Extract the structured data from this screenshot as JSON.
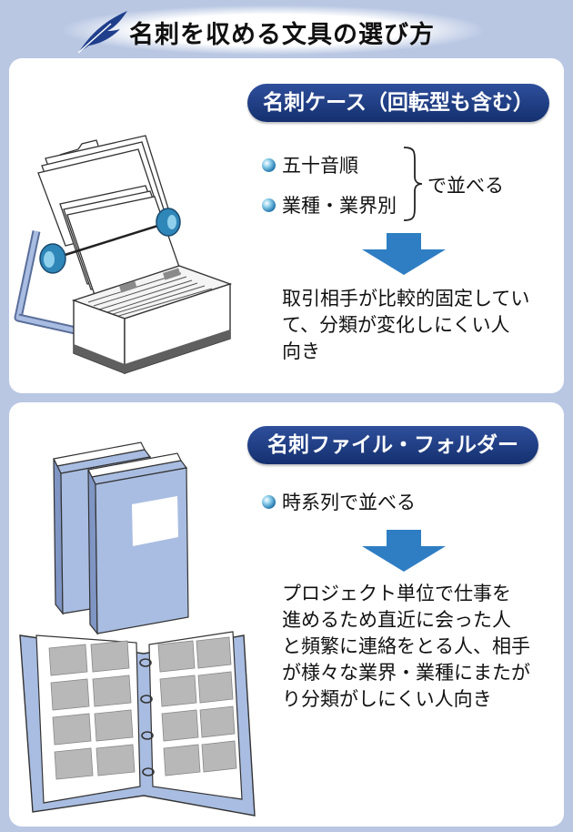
{
  "title": "名刺を収める文具の選び方",
  "icons": {
    "header": "feather-pen-icon",
    "bullet": "bullet-dot-icon",
    "arrow": "down-arrow-icon"
  },
  "colors": {
    "background": "#b9c7e3",
    "pill": "#1c3a7f",
    "illustration": "#a9bde2",
    "arrow": "#2f7ec4"
  },
  "section1": {
    "heading": "名刺ケース（回転型も含む）",
    "bullets": [
      "五十音順",
      "業種・業界別"
    ],
    "bracket_label": "で並べる",
    "description_lines": [
      "取引相手が比較的固定してい",
      "て、分類が変化しにくい人",
      "向き"
    ]
  },
  "section2": {
    "heading": "名刺ファイル・フォルダー",
    "bullets": [
      "時系列で並べる"
    ],
    "description_lines": [
      "プロジェクト単位で仕事を",
      "進めるため直近に会った人",
      "と頻繁に連絡をとる人、相手",
      "が様々な業界・業種にまたが",
      "り分類がしにくい人向き"
    ]
  }
}
